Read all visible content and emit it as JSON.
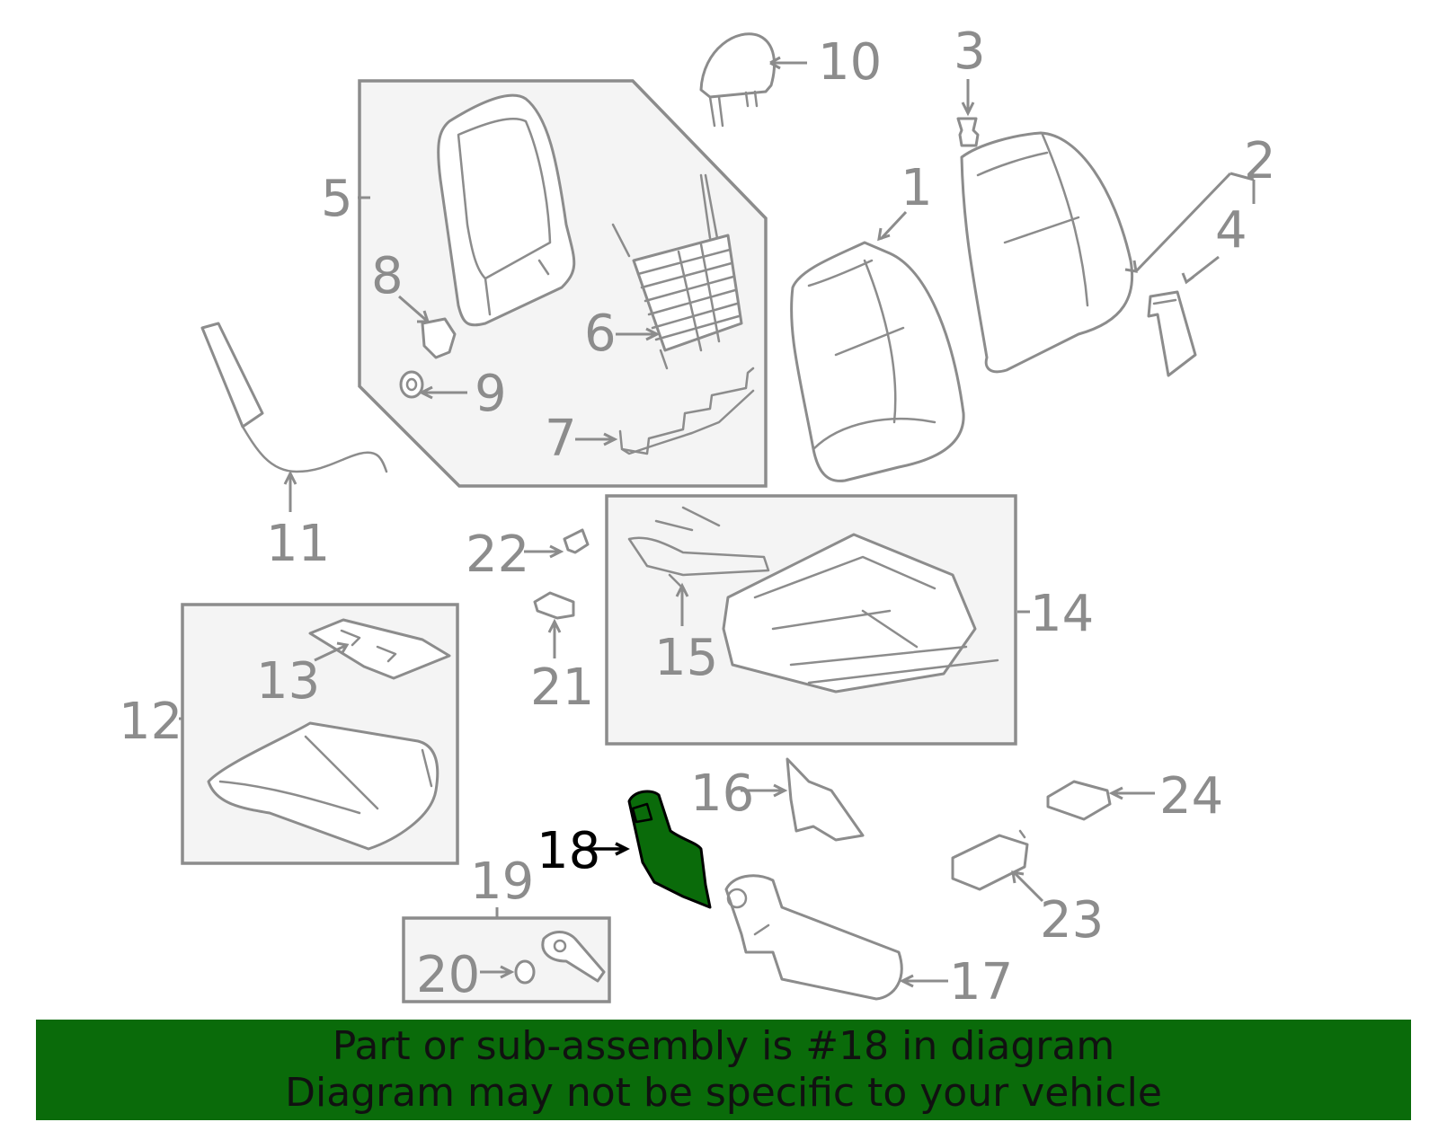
{
  "colors": {
    "highlight": "#0a6b0a",
    "banner": "#0a6b0a",
    "line": "#8c8c8c",
    "box_fill": "#f4f4f4"
  },
  "callouts": {
    "c1": "1",
    "c2": "2",
    "c3": "3",
    "c4": "4",
    "c5": "5",
    "c6": "6",
    "c7": "7",
    "c8": "8",
    "c9": "9",
    "c10": "10",
    "c11": "11",
    "c12": "12",
    "c13": "13",
    "c14": "14",
    "c15": "15",
    "c16": "16",
    "c17": "17",
    "c18": "18",
    "c19": "19",
    "c20": "20",
    "c21": "21",
    "c22": "22",
    "c23": "23",
    "c24": "24"
  },
  "highlighted_part": "18",
  "banner": {
    "line1": "Part or sub-assembly is #18 in diagram",
    "line2": "Diagram may not be specific to your vehicle"
  }
}
